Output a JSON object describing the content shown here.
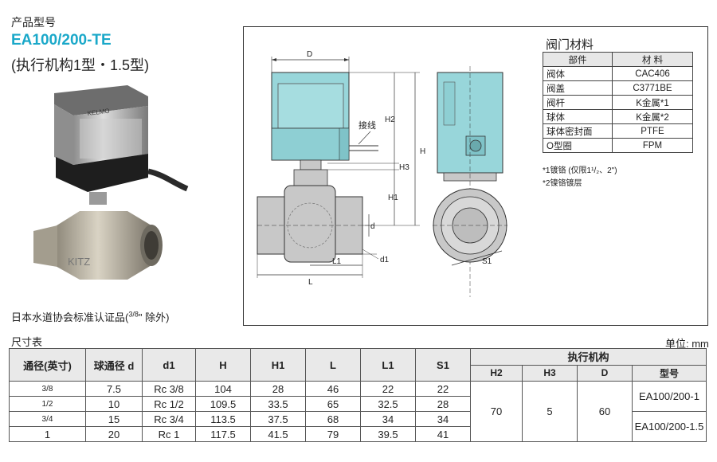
{
  "header": {
    "label": "产品型号",
    "model": "EA100/200-TE",
    "subtitle": "(执行机构1型・1.5型)"
  },
  "photo": {
    "logo_text": "KELMO",
    "body_mark": "KITZ"
  },
  "cert_note": {
    "text": "日本水道协会标准认证品(",
    "size": "3/8",
    "suffix": "\" 除外)"
  },
  "drawing": {
    "labels": {
      "D": "D",
      "H": "H",
      "H1": "H1",
      "H2": "H2",
      "H3": "H3",
      "L": "L",
      "L1": "L1",
      "d": "d",
      "d1": "d1",
      "S1": "S1",
      "wiring": "接线"
    },
    "colors": {
      "actuator": "#98d6da",
      "actuator_dark": "#7fc3c8",
      "valve": "#c8c8c8",
      "line": "#333333"
    }
  },
  "materials": {
    "title": "阀门材料",
    "headers": [
      "部件",
      "材 料"
    ],
    "rows": [
      [
        "阀体",
        "CAC406"
      ],
      [
        "阀盖",
        "C3771BE"
      ],
      [
        "阀杆",
        "K金属*1"
      ],
      [
        "球体",
        "K金属*2"
      ],
      [
        "球体密封面",
        "PTFE"
      ],
      [
        "O型圈",
        "FPM"
      ]
    ],
    "notes": [
      "*1镀铬 (仅限1¹/₂、2\")",
      "*2镍铬镀层"
    ]
  },
  "size_table": {
    "title": "尺寸表",
    "unit": "单位: mm",
    "headers": {
      "nominal": "通径(英寸)",
      "ball_bore": "球通径 d",
      "d1": "d1",
      "H": "H",
      "H1": "H1",
      "L": "L",
      "L1": "L1",
      "S1": "S1",
      "actuator": "执行机构",
      "H2": "H2",
      "H3": "H3",
      "D": "D",
      "model": "型号"
    },
    "rows": [
      {
        "size": "3/8",
        "d": "7.5",
        "d1": "Rc 3/8",
        "H": "104",
        "H1": "28",
        "L": "46",
        "L1": "22",
        "S1": "22"
      },
      {
        "size": "1/2",
        "d": "10",
        "d1": "Rc 1/2",
        "H": "109.5",
        "H1": "33.5",
        "L": "65",
        "L1": "32.5",
        "S1": "28"
      },
      {
        "size": "3/4",
        "d": "15",
        "d1": "Rc 3/4",
        "H": "113.5",
        "H1": "37.5",
        "L": "68",
        "L1": "34",
        "S1": "34"
      },
      {
        "size": "1",
        "d": "20",
        "d1": "Rc 1",
        "H": "117.5",
        "H1": "41.5",
        "L": "79",
        "L1": "39.5",
        "S1": "41"
      }
    ],
    "actuator_values": {
      "H2": "70",
      "H3": "5",
      "D": "60"
    },
    "models": [
      "EA100/200-1",
      "EA100/200-1.5"
    ]
  }
}
